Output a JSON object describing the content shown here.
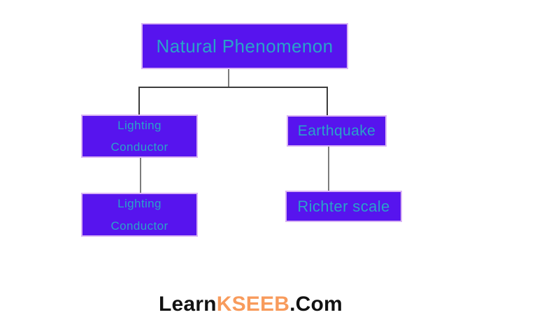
{
  "diagram": {
    "title": "Natural Phenomenon concept map",
    "root": {
      "label": "Natural Phenomenon"
    },
    "level1": [
      {
        "id": "lighting-conductor-top",
        "line1": "Lighting",
        "line2": "Conductor"
      },
      {
        "id": "earthquake",
        "label": "Earthquake"
      }
    ],
    "level2": [
      {
        "id": "lighting-conductor-bottom",
        "line1": "Lighting",
        "line2": "Conductor"
      },
      {
        "id": "richter-scale",
        "label": "Richter scale"
      }
    ]
  },
  "footer": {
    "part1": "Learn",
    "part2": "KSEEB",
    "part3": ".Com"
  },
  "colors": {
    "background": "#ffffff",
    "box_fill": "#5714ee",
    "box_border": "#d9b3f4",
    "box_text": "#29a3c9",
    "connector_dark": "#3c3c3c",
    "connector_gray": "#7c7c7c",
    "footer_text": "#121212",
    "footer_accent": "#f89b5c"
  }
}
